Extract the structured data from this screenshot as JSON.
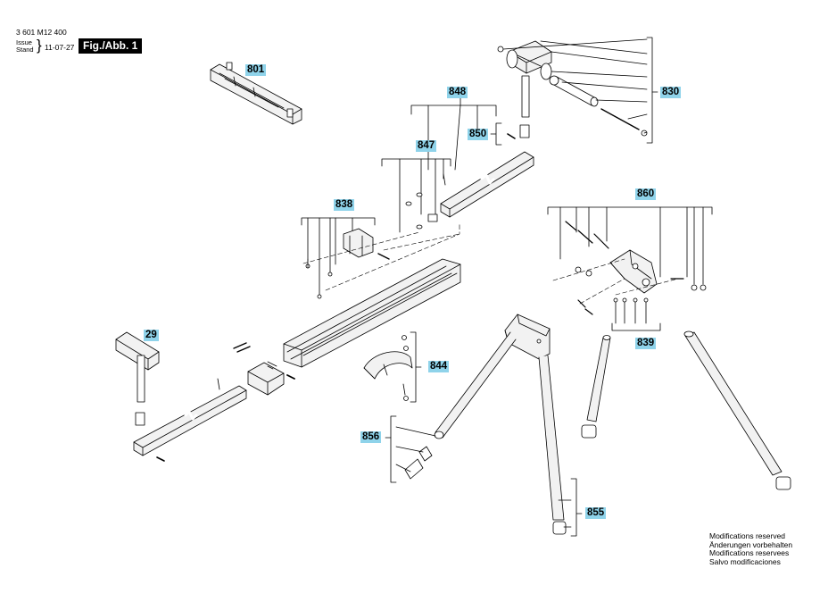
{
  "header": {
    "doc_number": "3 601 M12 400",
    "issue_line1": "Issue",
    "issue_line2": "Stand",
    "date": "11-07-27",
    "figure_label": "Fig./Abb. 1"
  },
  "callouts": {
    "c801": "801",
    "c848": "848",
    "c830": "830",
    "c850": "850",
    "c847": "847",
    "c838": "838",
    "c860": "860",
    "c839": "839",
    "c29": "29",
    "c844": "844",
    "c856": "856",
    "c855": "855"
  },
  "modifications": [
    "Modifications reserved",
    "Änderungen vorbehalten",
    "Modifications reservees",
    "Salvo modificaciones"
  ],
  "colors": {
    "callout_bg": "#8fd3ea",
    "ink": "#000000",
    "part_fill": "#f2f2f2"
  }
}
